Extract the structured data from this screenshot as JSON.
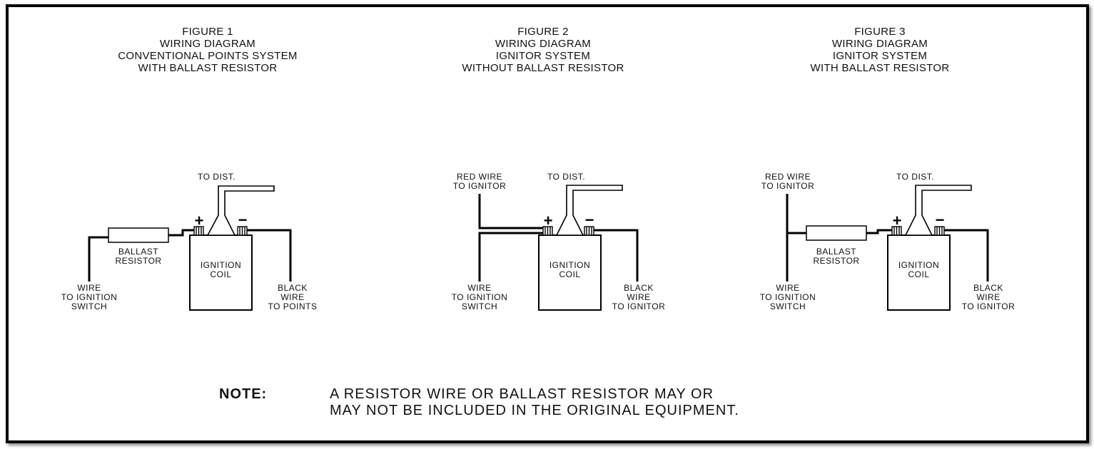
{
  "figures": [
    {
      "title": [
        "FIGURE 1",
        "WIRING DIAGRAM",
        "CONVENTIONAL POINTS SYSTEM",
        "WITH BALLAST RESISTOR"
      ],
      "to_dist": "TO DIST.",
      "coil": [
        "IGNITION",
        "COIL"
      ],
      "ballast": [
        "BALLAST",
        "RESISTOR"
      ],
      "switch_wire": [
        "WIRE",
        "TO IGNITION",
        "SWITCH"
      ],
      "black_wire": [
        "BLACK",
        "WIRE",
        "TO POINTS"
      ],
      "plus": "+",
      "minus": "−"
    },
    {
      "title": [
        "FIGURE 2",
        "WIRING DIAGRAM",
        "IGNITOR SYSTEM",
        "WITHOUT BALLAST RESISTOR"
      ],
      "to_dist": "TO DIST.",
      "red_wire": [
        "RED WIRE",
        "TO IGNITOR"
      ],
      "coil": [
        "IGNITION",
        "COIL"
      ],
      "switch_wire": [
        "WIRE",
        "TO IGNITION",
        "SWITCH"
      ],
      "black_wire": [
        "BLACK",
        "WIRE",
        "TO IGNITOR"
      ],
      "plus": "+",
      "minus": "−"
    },
    {
      "title": [
        "FIGURE 3",
        "WIRING DIAGRAM",
        "IGNITOR SYSTEM",
        "WITH BALLAST RESISTOR"
      ],
      "to_dist": "TO DIST.",
      "red_wire": [
        "RED WIRE",
        "TO IGNITOR"
      ],
      "coil": [
        "IGNITION",
        "COIL"
      ],
      "ballast": [
        "BALLAST",
        "RESISTOR"
      ],
      "switch_wire": [
        "WIRE",
        "TO IGNITION",
        "SWITCH"
      ],
      "black_wire": [
        "BLACK",
        "WIRE",
        "TO IGNITOR"
      ],
      "plus": "+",
      "minus": "−"
    }
  ],
  "note": {
    "label": "NOTE:",
    "lines": [
      "A RESISTOR WIRE OR BALLAST RESISTOR MAY OR",
      "MAY NOT BE INCLUDED IN THE ORIGINAL EQUIPMENT."
    ]
  }
}
